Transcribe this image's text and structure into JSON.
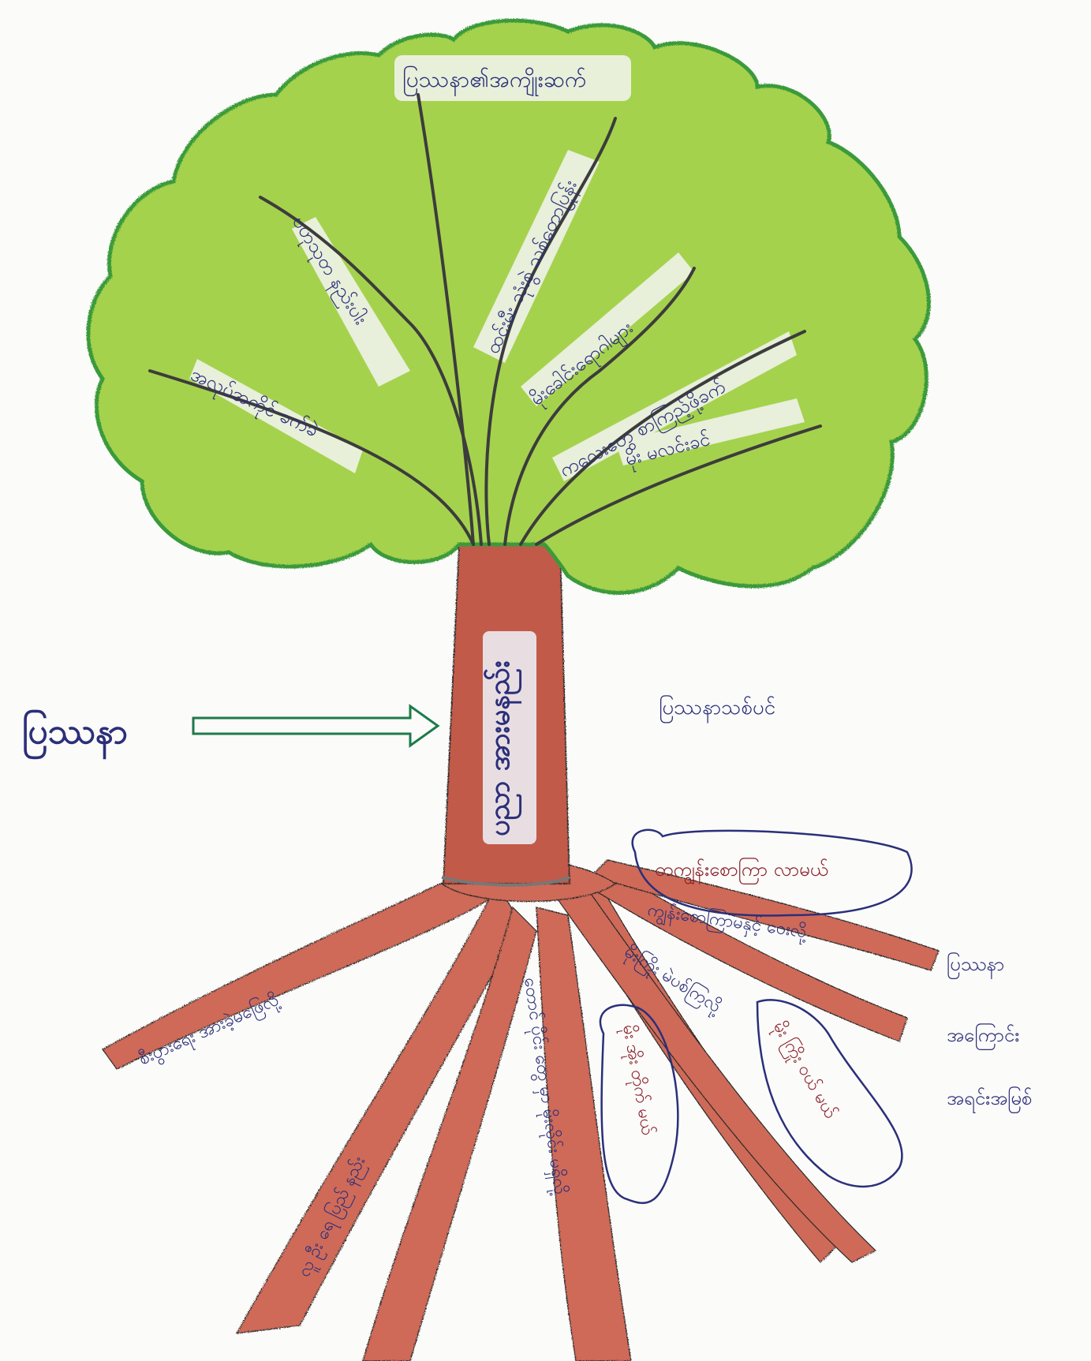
{
  "title": "ပြဿနာ",
  "canopy_header": "ပြဿနာ၏အကျိုးဆက်",
  "problem_tree_label": "ပြဿနာသစ်ပင်",
  "trunk_text": "ပညာ အားမနည်း",
  "effects": [
    "အလုပ်အကိုင် ခက်ခဲ",
    "ဗဟုသုတ နည်းပါး",
    "ထင်းမီး သုံးစွဲ သစ်တောပြုန်း",
    "မိုးခေါင်းရောဂါများ",
    "ကလေးတွေ စာကြည့်ဖို့ခက်",
    "မိုး မလင်းခင်"
  ],
  "causes_label": [
    "ပြဿနာ",
    "အကြောင်း",
    "အရင်းအမြစ်"
  ],
  "causes": [
    "တကျွန်းစောကြာ လာမယ်",
    "ကျွန်းစောကြာမနှင့် ဝေးလို့",
    "မိုးကြိုး မဲပစ်ကြလို့",
    "မိုး ကြိုး ဝယ် မယ်",
    "မိုး အိုး တိုက် မယ်",
    "တောင် ပိုင်း တွေ မှာ မိုးလိုင်း မရှိလို့",
    "လူ ဦး ရေ ပြည် နည်း",
    "စီးပွားရေး အားခဲ့မဖြေလို့"
  ],
  "colors": {
    "canopy": "#a5d24e",
    "canopy_edge": "#3a9a3a",
    "trunk": "#c25a48",
    "roots": "#cf6a58",
    "ink": "#2b2f7a",
    "ink_red": "#8a1f2a",
    "arrow": "#1d7a4a"
  }
}
